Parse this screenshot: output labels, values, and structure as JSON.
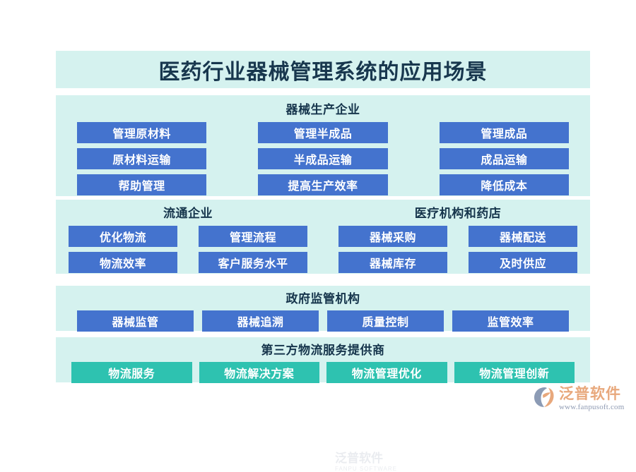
{
  "title": "医药行业器械管理系统的应用场景",
  "colors": {
    "panel_bg": "#d5f2ef",
    "chip_blue": "#4473ce",
    "chip_teal": "#2ec2b0",
    "heading_text": "#16354c",
    "title_text": "#18374e"
  },
  "sections": [
    {
      "heading": "器械生产企业",
      "chip_style": "blue",
      "columns": 3,
      "items": [
        "管理原材料",
        "管理半成品",
        "管理成品",
        "原材料运输",
        "半成品运输",
        "成品运输",
        "帮助管理",
        "提高生产效率",
        "降低成本"
      ]
    },
    {
      "heading": "流通企业",
      "chip_style": "blue",
      "columns": 2,
      "items": [
        "优化物流",
        "管理流程",
        "物流效率",
        "客户服务水平"
      ]
    },
    {
      "heading": "医疗机构和药店",
      "chip_style": "blue",
      "columns": 2,
      "items": [
        "器械采购",
        "器械配送",
        "器械库存",
        "及时供应"
      ]
    },
    {
      "heading": "政府监管机构",
      "chip_style": "blue",
      "columns": 4,
      "items": [
        "器械监管",
        "器械追溯",
        "质量控制",
        "监管效率"
      ]
    },
    {
      "heading": "第三方物流服务提供商",
      "chip_style": "teal",
      "columns": 4,
      "items": [
        "物流服务",
        "物流解决方案",
        "物流管理优化",
        "物流管理创新"
      ]
    }
  ],
  "watermark": {
    "brand": "泛普软件",
    "url": "www.fanpusoft.com",
    "faint_brand": "泛普软件",
    "faint_sub": "FANPU SOFTWARE"
  }
}
